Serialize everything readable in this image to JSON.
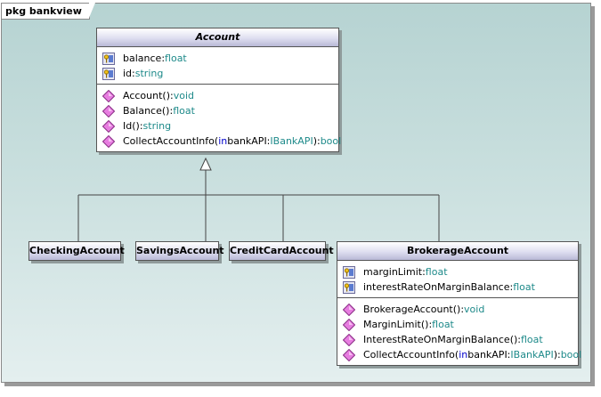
{
  "package": {
    "label": "pkg bankview"
  },
  "account": {
    "name": "Account",
    "attributes": [
      {
        "name": "balance",
        "type": "float"
      },
      {
        "name": "id",
        "type": "string"
      }
    ],
    "operations": [
      {
        "name": "Account",
        "sig": "()",
        "type": "void"
      },
      {
        "name": "Balance",
        "sig": "()",
        "type": "float"
      },
      {
        "name": "Id",
        "sig": "()",
        "type": "string"
      },
      {
        "name": "CollectAccountInfo",
        "sig_open": "(",
        "kw": "in",
        "param": " bankAPI:",
        "ptype": "IBankAPI",
        "sig_close": "):",
        "type": "bool"
      }
    ]
  },
  "checking": {
    "name": "CheckingAccount"
  },
  "savings": {
    "name": "SavingsAccount"
  },
  "creditcard": {
    "name": "CreditCardAccount"
  },
  "brokerage": {
    "name": "BrokerageAccount",
    "attributes": [
      {
        "name": "marginLimit",
        "type": "float"
      },
      {
        "name": "interestRateOnMarginBalance",
        "type": "float"
      }
    ],
    "operations": [
      {
        "name": "BrokerageAccount",
        "sig": "()",
        "type": "void"
      },
      {
        "name": "MarginLimit",
        "sig": "()",
        "type": "float"
      },
      {
        "name": "InterestRateOnMarginBalance",
        "sig": "()",
        "type": "float"
      },
      {
        "name": "CollectAccountInfo",
        "sig_open": "(",
        "kw": "in",
        "param": " bankAPI:",
        "ptype": "IBankAPI",
        "sig_close": "):",
        "type": "bool"
      }
    ]
  },
  "icons": {
    "attribute": "key-field-icon",
    "operation": "method-diamond-icon"
  },
  "colors": {
    "type": "#1e8a8a",
    "keyword": "#0000cc",
    "operation": "#e070d8",
    "package_bg": "#b6d3d2"
  }
}
